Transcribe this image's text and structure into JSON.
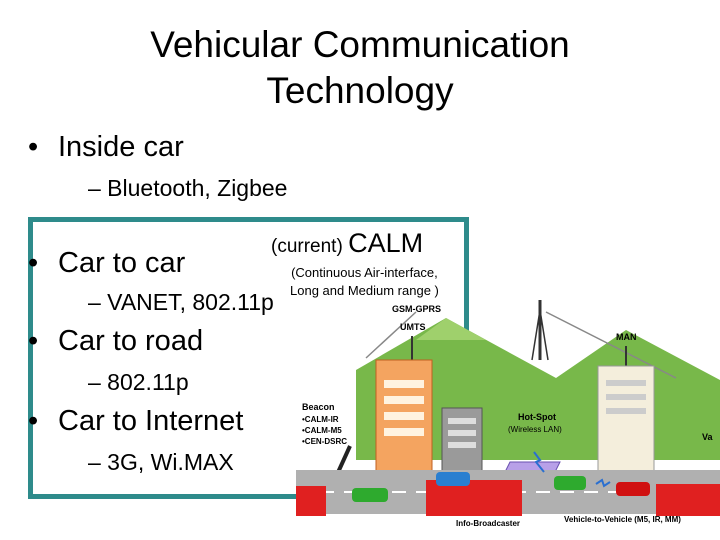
{
  "slide": {
    "title_line1": "Vehicular Communication",
    "title_line2": "Technology",
    "bullets": [
      {
        "text": "Inside car",
        "sub": "– Bluetooth, Zigbee"
      },
      {
        "text": "Car to car",
        "sub": "– VANET, 802.11p"
      },
      {
        "text": "Car to road",
        "sub": "– 802.11p"
      },
      {
        "text": "Car to Internet",
        "sub": "– 3G, Wi.MAX"
      }
    ],
    "bullet_symbol": "•",
    "calm_prefix": "(current) ",
    "calm_title": "CALM",
    "calm_desc_line1": "(Continuous Air-interface,",
    "calm_desc_line2": "Long and Medium range )",
    "frame_color": "#2e8b8b"
  },
  "diagram": {
    "labels": {
      "gsm": "GSM-GPRS",
      "umts": "UMTS",
      "man": "MAN",
      "beacon": "Beacon",
      "beacon_items": [
        "•CALM-IR",
        "•CALM-M5",
        "•CEN-DSRC"
      ],
      "hotspot": "Hot-Spot",
      "hotspot_sub": "(Wireless LAN)",
      "va": "Va",
      "info": "Info-Broadcaster",
      "v2v": "Vehicle-to-Vehicle (M5, IR, MM)"
    }
  }
}
